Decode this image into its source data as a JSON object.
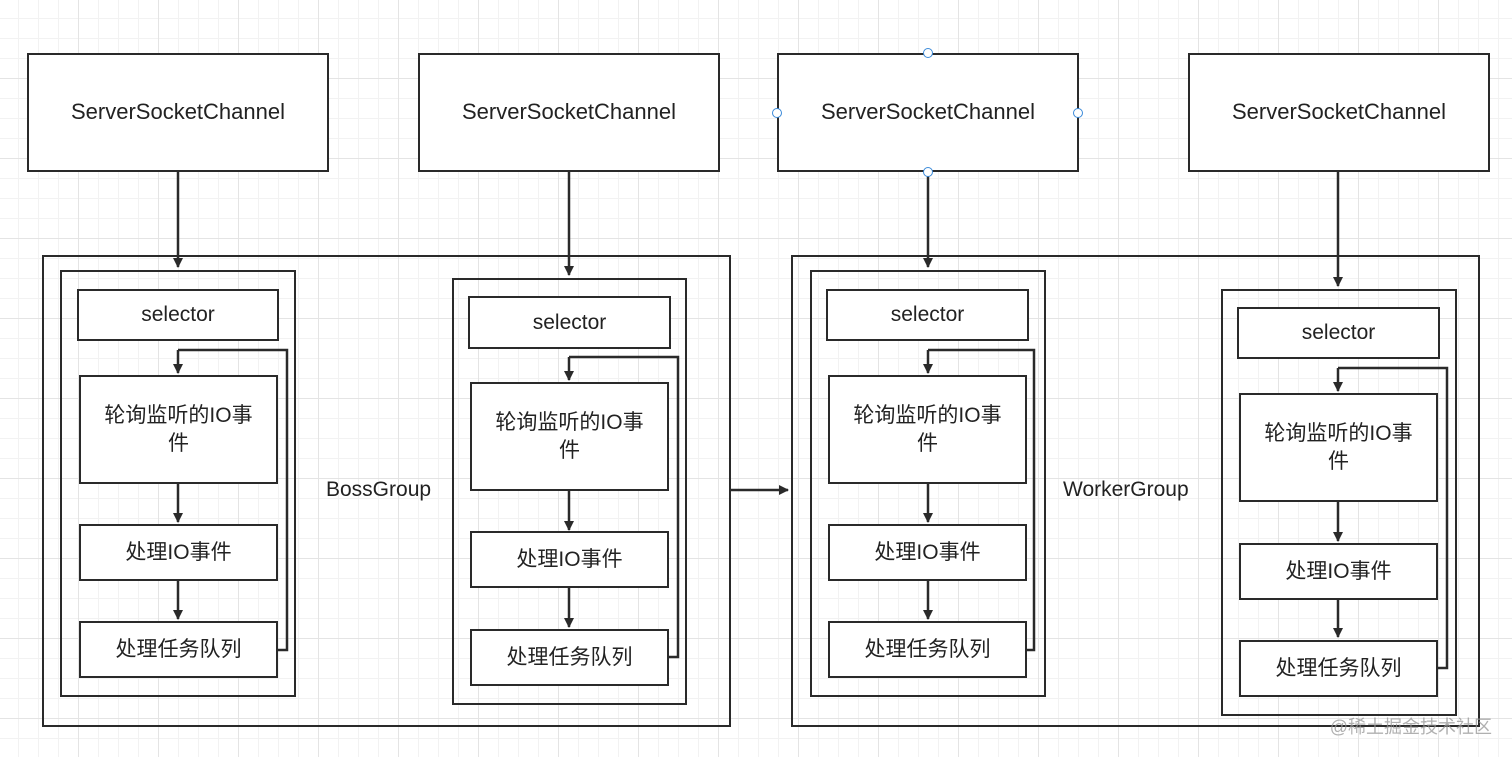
{
  "diagram": {
    "channels": [
      {
        "label": "ServerSocketChannel"
      },
      {
        "label": "ServerSocketChannel"
      },
      {
        "label": "ServerSocketChannel"
      },
      {
        "label": "ServerSocketChannel"
      }
    ],
    "groups": [
      {
        "label": "BossGroup"
      },
      {
        "label": "WorkerGroup"
      }
    ],
    "event_loops": [
      {
        "selector": "selector",
        "poll": "轮询监听的IO事件",
        "process": "处理IO事件",
        "tasks": "处理任务队列"
      },
      {
        "selector": "selector",
        "poll": "轮询监听的IO事件",
        "process": "处理IO事件",
        "tasks": "处理任务队列"
      },
      {
        "selector": "selector",
        "poll": "轮询监听的IO事件",
        "process": "处理IO事件",
        "tasks": "处理任务队列"
      },
      {
        "selector": "selector",
        "poll": "轮询监听的IO事件",
        "process": "处理IO事件",
        "tasks": "处理任务队列"
      }
    ]
  },
  "watermark": "@稀土掘金技术社区",
  "colors": {
    "stroke": "#2a2a2a",
    "handle": "#3b8ad9",
    "background": "#ffffff"
  }
}
